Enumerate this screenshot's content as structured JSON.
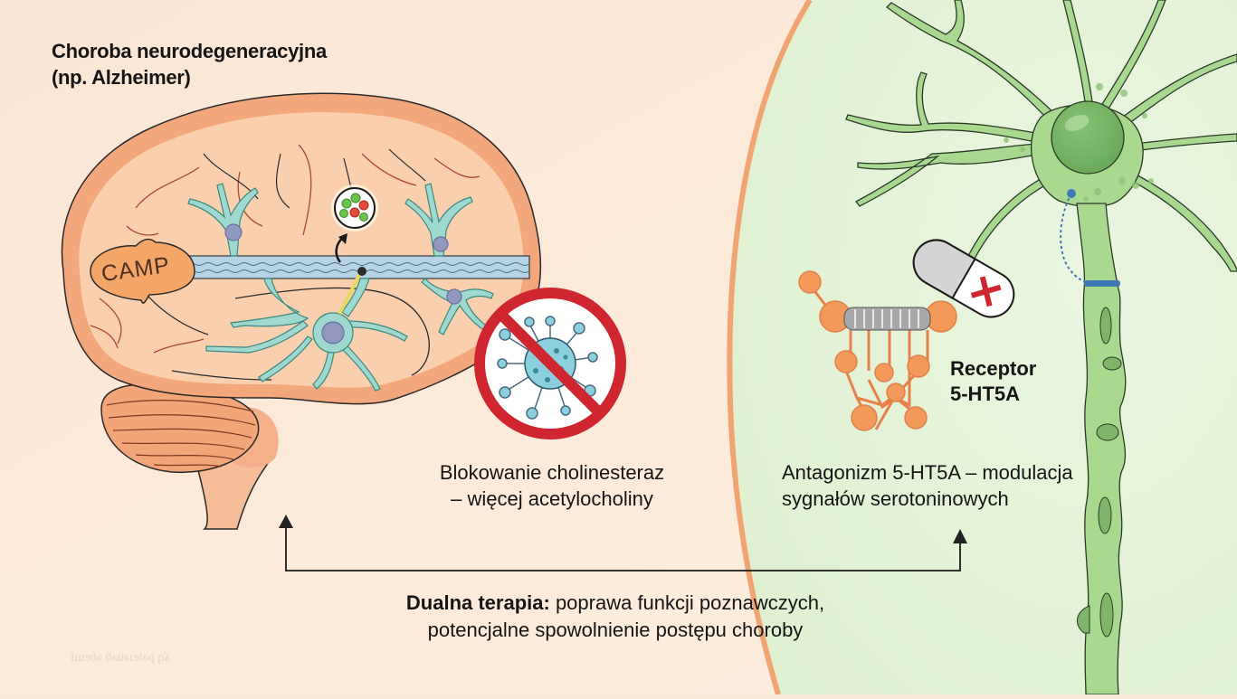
{
  "title": {
    "line1": "Choroba neurodegeneracyjna",
    "line2": "(np. Alzheimer)"
  },
  "brain": {
    "camp_label": "CAMP"
  },
  "left_caption": {
    "line1": "Blokowanie cholinesteraz",
    "line2": "– więcej acetylocholiny"
  },
  "receptor_label": {
    "line1": "Receptor",
    "line2": "5-HT5A"
  },
  "right_caption": {
    "line1": "Antagonizm 5-HT5A – modulacja",
    "line2": "sygnałów serotoninowych"
  },
  "bottom_caption": {
    "bold": "Dualna terapia:",
    "line1_rest": " poprawa funkcji poznawczych,",
    "line2": "potencjalne spowolnienie postępu choroby"
  },
  "watermark": "ʎq pǝʇɐɹǝuǝƃ ǝɓɐɯI",
  "icons": {
    "brain": "brain-illustration",
    "neurons": "neuron-icon",
    "vesicle": "vesicle-icon",
    "prohibition": "no-virus-icon",
    "pill": "pill-blocked-icon",
    "receptor": "receptor-molecule-icon",
    "neuron_right": "green-neuron-icon"
  },
  "colors": {
    "left_bg": "#fbe9d8",
    "right_bg": "#e4f3d8",
    "divider": "#f0a472",
    "brain_outer": "#f3a77c",
    "brain_inner": "#f9cfae",
    "neuron_teal": "#9ed8cf",
    "neuron_green": "#a9d98e",
    "prohibit_red": "#d0262f",
    "receptor_orange": "#f39a5a",
    "text": "#151515"
  }
}
